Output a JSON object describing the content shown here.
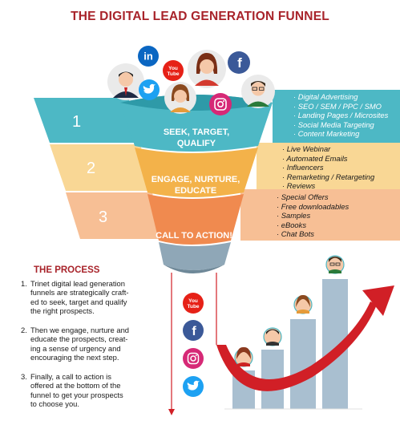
{
  "title": "THE DIGITAL LEAD GENERATION FUNNEL",
  "stages": [
    {
      "number": "1",
      "label_line1": "SEEK, TARGET,",
      "label_line2": "QUALIFY",
      "bullets": [
        "Digital Advertising",
        "SEO / SEM / PPC / SMO",
        "Landing Pages / Microsites",
        "Social Media Targeting",
        "Content Marketing"
      ]
    },
    {
      "number": "2",
      "label_line1": "ENGAGE, NURTURE,",
      "label_line2": "EDUCATE",
      "bullets": [
        "Live Webinar",
        "Automated Emails",
        "Influencers",
        "Remarketing / Retargeting",
        "Reviews"
      ]
    },
    {
      "number": "3",
      "label_line1": "CALL TO ACTION!",
      "label_line2": "",
      "bullets": [
        "Special Offers",
        "Free downloadables",
        "Samples",
        "eBooks",
        "Chat Bots"
      ]
    }
  ],
  "process": {
    "heading": "THE PROCESS",
    "steps": [
      {
        "num": "1.",
        "lines": [
          "Trinet digital lead generation",
          "funnels are strategically craft-",
          "ed to seek, target and qualify",
          "the right prospects."
        ]
      },
      {
        "num": "2.",
        "lines": [
          "Then we engage, nurture and",
          "educate the prospects, creat-",
          "ing a sense of urgency and",
          "encouraging the next step."
        ]
      },
      {
        "num": "3.",
        "lines": [
          "Finally, a call to action is",
          "offered at the bottom of the",
          "funnel to get your prospects",
          "to choose you."
        ]
      }
    ]
  },
  "icons": {
    "linkedin": "in",
    "youtube_top": "You",
    "youtube_bottom": "Tube",
    "facebook": "f"
  },
  "colors": {
    "title": "#a8232a",
    "stage1": "#4db8c5",
    "stage2": "#f3b24a",
    "stage3": "#f08a4f",
    "stage1_light": "#9fd8df",
    "stage2_light": "#f9d795",
    "stage3_light": "#f7bf95",
    "arrow": "#d11f26",
    "bars": "#a9bfd0"
  }
}
